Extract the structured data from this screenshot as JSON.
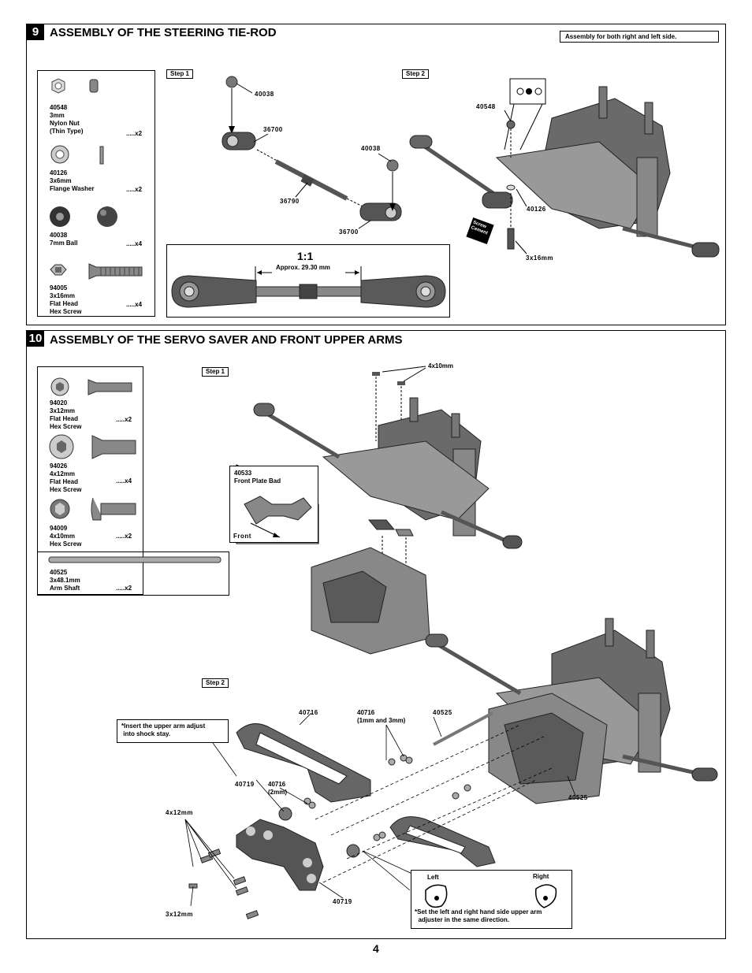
{
  "section9": {
    "number": "9",
    "title": "ASSEMBLY OF THE STEERING TIE-ROD",
    "note": "Assembly for both right and left side.",
    "step1": "Step 1",
    "step2": "Step 2",
    "parts": [
      {
        "text": "40548\n3mm\nNylon Nut\n(Thin Type)",
        "qty": ".....x2"
      },
      {
        "text": "40126\n3x6mm\nFlange Washer",
        "qty": ".....x2"
      },
      {
        "text": "40038\n7mm Ball",
        "qty": ".....x4"
      },
      {
        "text": "94005\n3x16mm\nFlat Head\nHex Screw",
        "qty": ".....x4"
      }
    ],
    "labels": {
      "p40038a": "40038",
      "p36700a": "36700",
      "p40038b": "40038",
      "p36790": "36790",
      "p36700b": "36700",
      "p40548": "40548",
      "p40126": "40126",
      "p3x16": "3x16mm",
      "screw_cement": "Screw\nCement"
    },
    "scale": "1:1",
    "approx": "Approx. 29.30 mm"
  },
  "section10": {
    "number": "10",
    "title": "ASSEMBLY OF THE SERVO SAVER AND FRONT UPPER ARMS",
    "step1": "Step 1",
    "step2": "Step 2",
    "parts": [
      {
        "text": "94020\n3x12mm\nFlat Head\nHex Screw",
        "qty": ".....x2"
      },
      {
        "text": "94026\n4x12mm\nFlat Head\nHex Screw",
        "qty": ".....x4"
      },
      {
        "text": "94009\n4x10mm\nHex Screw",
        "qty": ".....x2"
      },
      {
        "text": "40525\n3x48.1mm\nArm Shaft",
        "qty": ".....x2"
      }
    ],
    "labels": {
      "p4x10": "4x10mm",
      "p40533": "40533\nFront Plate Bad",
      "front": "Front",
      "p40716a": "40716",
      "p40716b": "40716\n(1mm and 3mm)",
      "p40525a": "40525",
      "p40719a": "40719",
      "p40716c": "40716\n(2mm)",
      "p4x12": "4x12mm",
      "p3x12": "3x12mm",
      "p40719b": "40719",
      "p40525b": "40525",
      "insert_note": "*Insert the upper arm adjust\n into shock stay.",
      "left": "Left",
      "right": "Right",
      "set_note": "*Set the left and right hand side upper arm\n  adjuster in the same direction."
    }
  },
  "page_number": "4"
}
